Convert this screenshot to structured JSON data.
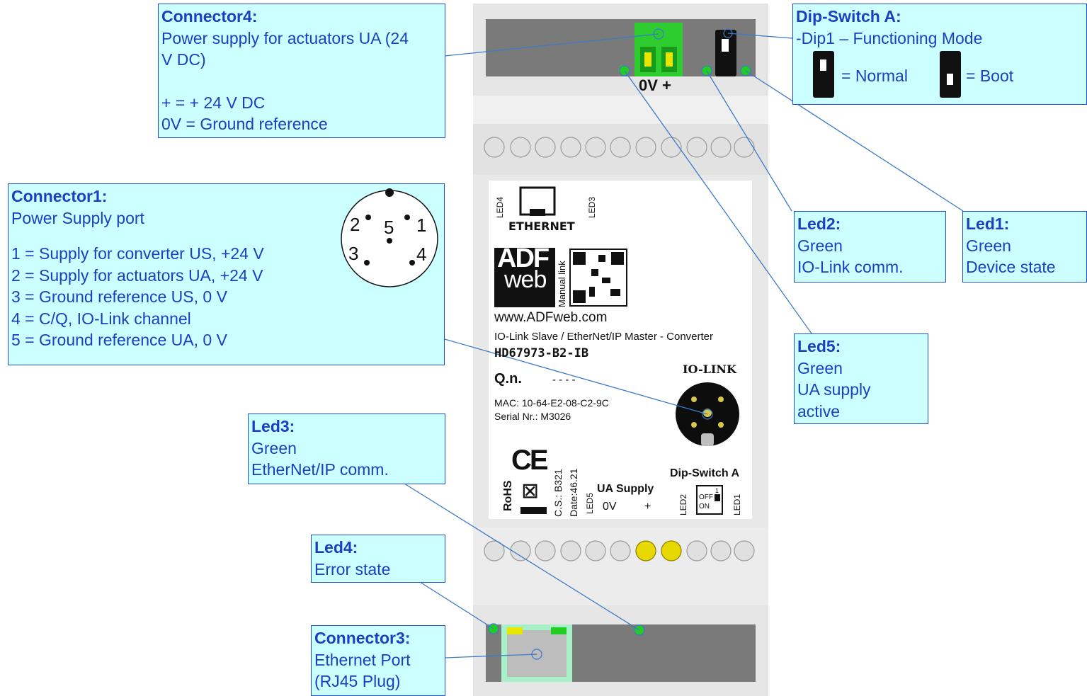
{
  "connector4": {
    "title": "Connector4:",
    "lines": [
      "Power supply for actuators UA (24",
      "V DC)",
      "",
      "+ = + 24 V DC",
      "0V  = Ground reference"
    ]
  },
  "dipswitch": {
    "title": "Dip-Switch A:",
    "line1": "-Dip1 – Functioning Mode",
    "normal": "= Normal",
    "boot": "= Boot"
  },
  "connector1": {
    "title": "Connector1:",
    "subtitle": "Power Supply port",
    "lines": [
      "1 = Supply for converter US, +24 V",
      "2 = Supply for actuators UA, +24 V",
      "3 = Ground reference US, 0 V",
      "4 = C/Q, IO-Link channel",
      "5 = Ground reference UA, 0 V"
    ],
    "pins": [
      "2",
      "5",
      "1",
      "3",
      "4"
    ]
  },
  "led2": {
    "title": "Led2:",
    "lines": [
      "Green",
      "IO-Link comm."
    ]
  },
  "led1": {
    "title": "Led1:",
    "lines": [
      "Green",
      "Device state"
    ]
  },
  "led5": {
    "title": "Led5:",
    "lines": [
      "Green",
      "UA supply",
      "active"
    ]
  },
  "led3": {
    "title": "Led3:",
    "lines": [
      "Green",
      "EtherNet/IP comm."
    ]
  },
  "led4": {
    "title": "Led4:",
    "lines": [
      "Error state"
    ]
  },
  "connector3": {
    "title": "Connector3:",
    "lines": [
      "Ethernet Port",
      "(RJ45 Plug)"
    ]
  },
  "device": {
    "top_terminal_label": "0V +",
    "led4_label": "LED4",
    "led3_label": "LED3",
    "ethernet_label": "ETHERNET",
    "brand_top": "ADF",
    "brand_bottom": "web",
    "manual_link": "Manual link",
    "website": "www.ADFweb.com",
    "product_desc": "IO-Link Slave / EtherNet/IP Master - Converter",
    "model": "HD67973-B2-IB",
    "qn_label": "Q.n.",
    "qn_value": "- - - -",
    "mac": "MAC: 10-64-E2-08-C2-9C",
    "serial": "Serial Nr.: M3026",
    "iolink_label": "IO-LINK",
    "ce": "CE",
    "rohs": "RoHS",
    "cs": "C.S.: B321",
    "date": "Date:46.21",
    "led5_label": "LED5",
    "ua_supply": "UA Supply",
    "ua_0v": "0V",
    "ua_plus": "+",
    "dip_title": "Dip-Switch A",
    "led2_label": "LED2",
    "led1_label": "LED1",
    "dip_off": "OFF",
    "dip_on": "ON",
    "dip_1": "1"
  },
  "colors": {
    "callout_bg": "#ccffff",
    "callout_border": "#1f4fd6",
    "callout_text": "#1a3fbf",
    "led_green": "#22cc22",
    "terminal_green": "#2ecc2e"
  }
}
